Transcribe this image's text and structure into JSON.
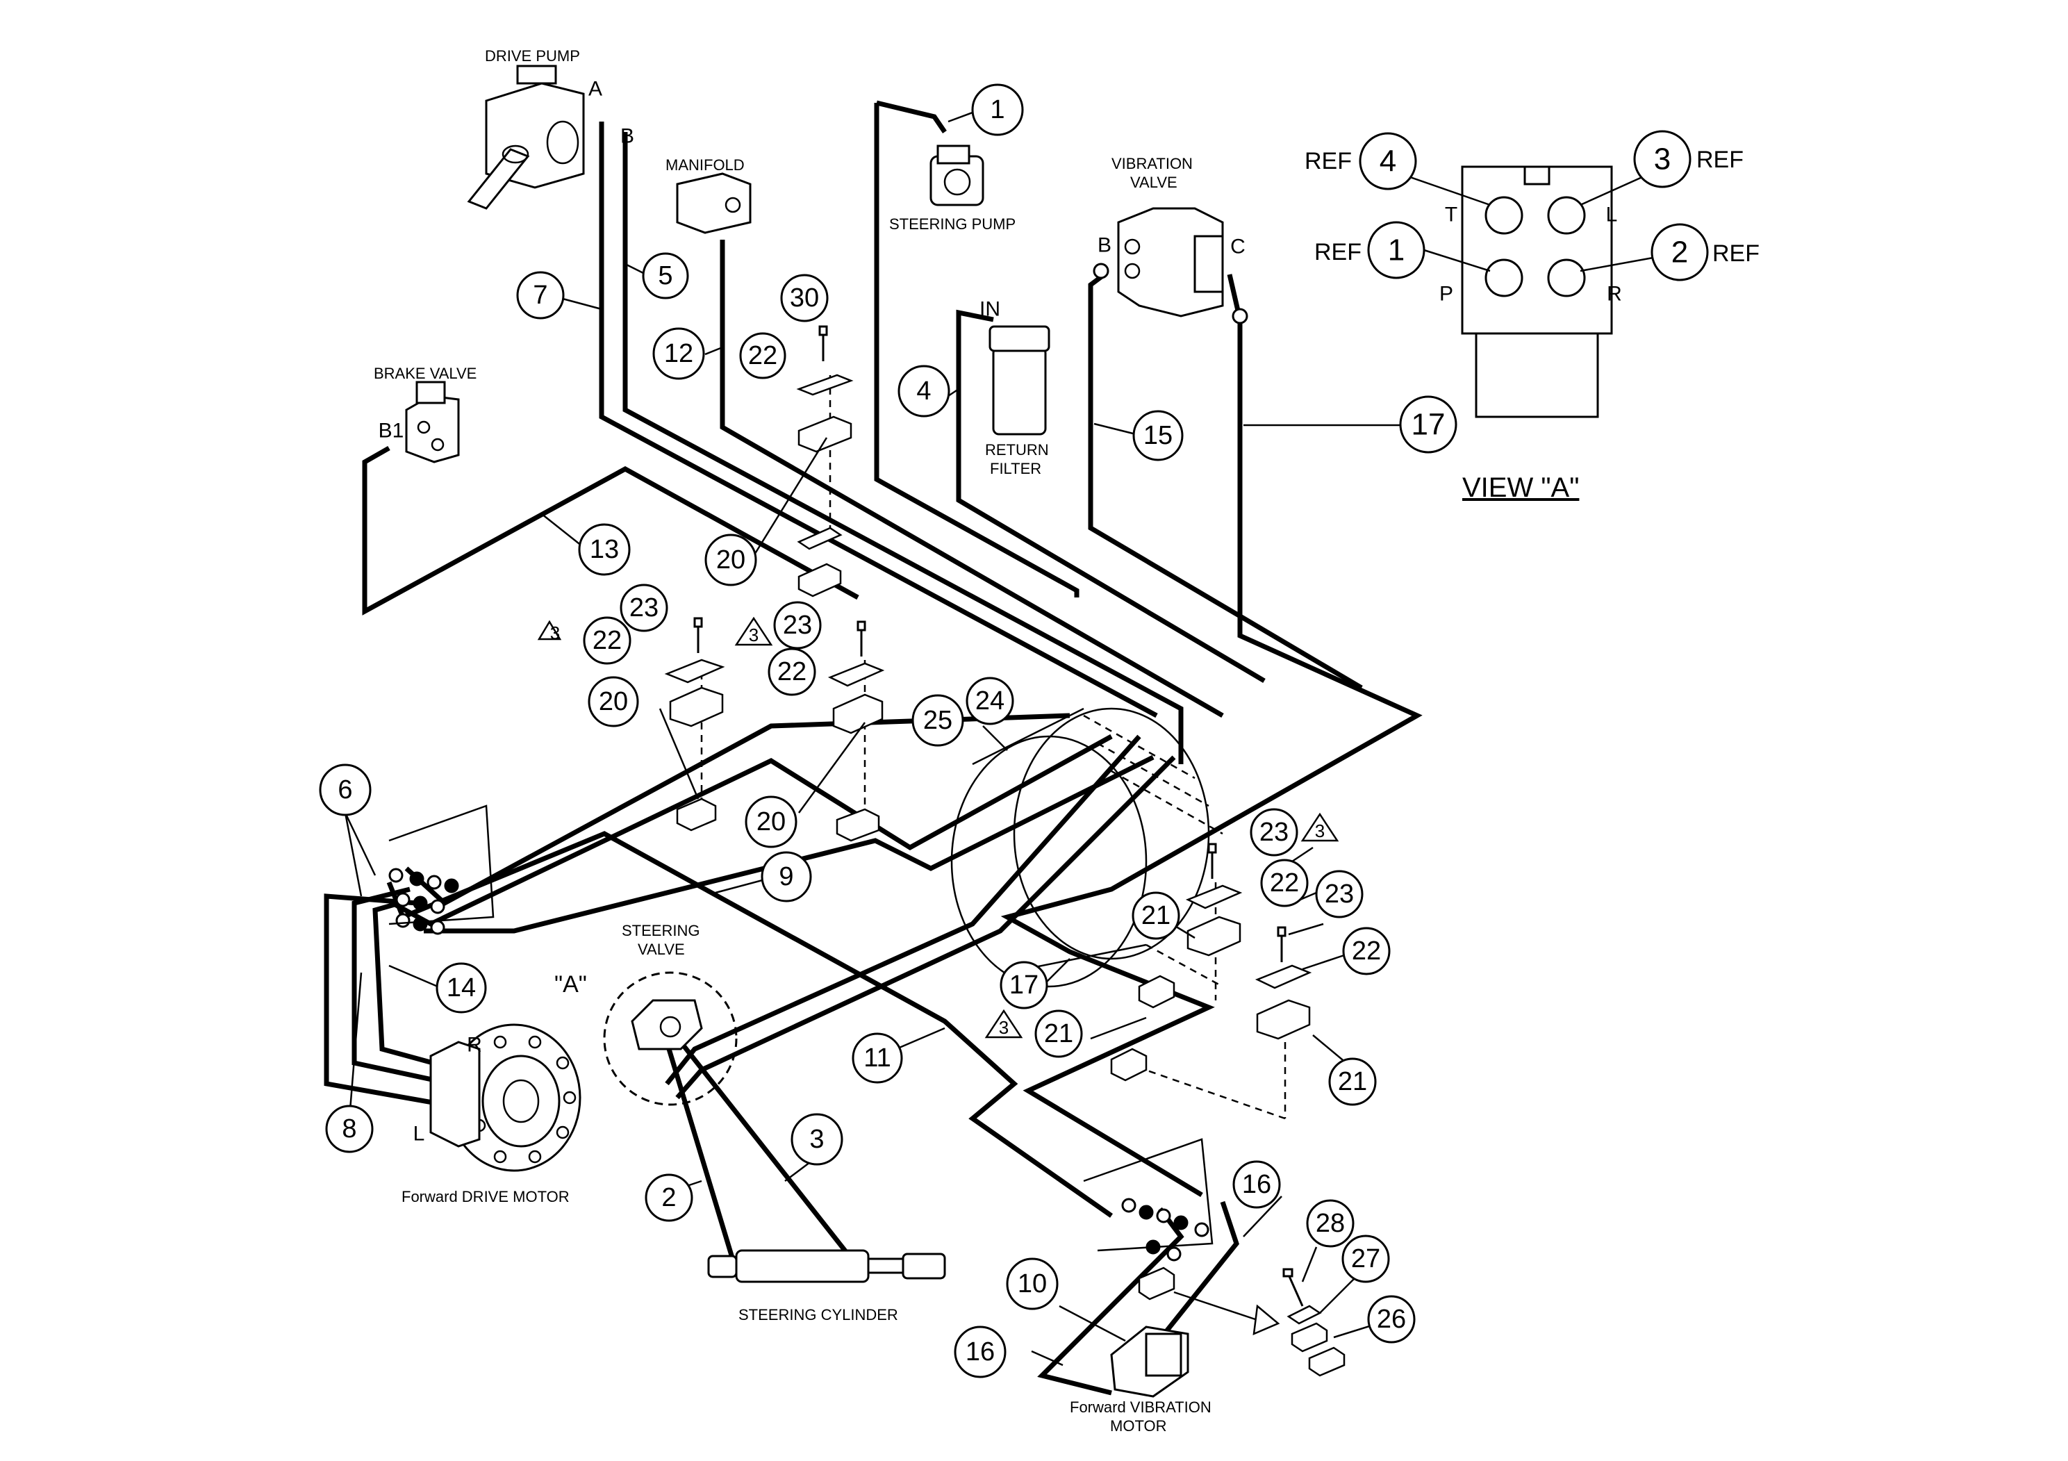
{
  "labels": {
    "drive_pump": "DRIVE PUMP",
    "manifold": "MANIFOLD",
    "steering_pump": "STEERING PUMP",
    "vibration_valve_1": "VIBRATION",
    "vibration_valve_2": "VALVE",
    "brake_valve": "BRAKE VALVE",
    "return_filter_1": "RETURN",
    "return_filter_2": "FILTER",
    "steering_valve_1": "STEERING",
    "steering_valve_2": "VALVE",
    "view_a_callout": "\"A\"",
    "steering_cylinder": "STEERING CYLINDER",
    "drive_motor": "Forward DRIVE MOTOR",
    "vibration_motor_1": "Forward VIBRATION",
    "vibration_motor_2": "MOTOR",
    "view_a_title": "VIEW \"A\""
  },
  "ports": {
    "a": "A",
    "b": "B",
    "in": "IN",
    "b1": "B1",
    "vib_b": "B",
    "vib_c": "C",
    "motor_r": "R",
    "motor_l": "L",
    "view_t": "T",
    "view_l": "L",
    "view_p": "P",
    "view_r": "R"
  },
  "view_a": {
    "ref_text": "REF",
    "top_left": "4",
    "top_right": "3",
    "bottom_left": "1",
    "bottom_right": "2"
  },
  "triangle_note": "3",
  "balloons": {
    "b1": "1",
    "b5": "5",
    "b7": "7",
    "b12": "12",
    "b30": "30",
    "b22a": "22",
    "b4": "4",
    "b15": "15",
    "b17a": "17",
    "b13": "13",
    "b20a": "20",
    "b23a": "23",
    "b22b": "22",
    "b23b": "23",
    "b22c": "22",
    "b20b": "20",
    "b25": "25",
    "b24": "24",
    "b20c": "20",
    "b6": "6",
    "b9": "9",
    "b23c": "23",
    "b22d": "22",
    "b23d": "23",
    "b21a": "21",
    "b22e": "22",
    "b14": "14",
    "b17b": "17",
    "b21b": "21",
    "b21c": "21",
    "b11": "11",
    "b8": "8",
    "b3": "3",
    "b2": "2",
    "b16a": "16",
    "b10": "10",
    "b28": "28",
    "b27": "27",
    "b26": "26",
    "b16b": "16"
  }
}
